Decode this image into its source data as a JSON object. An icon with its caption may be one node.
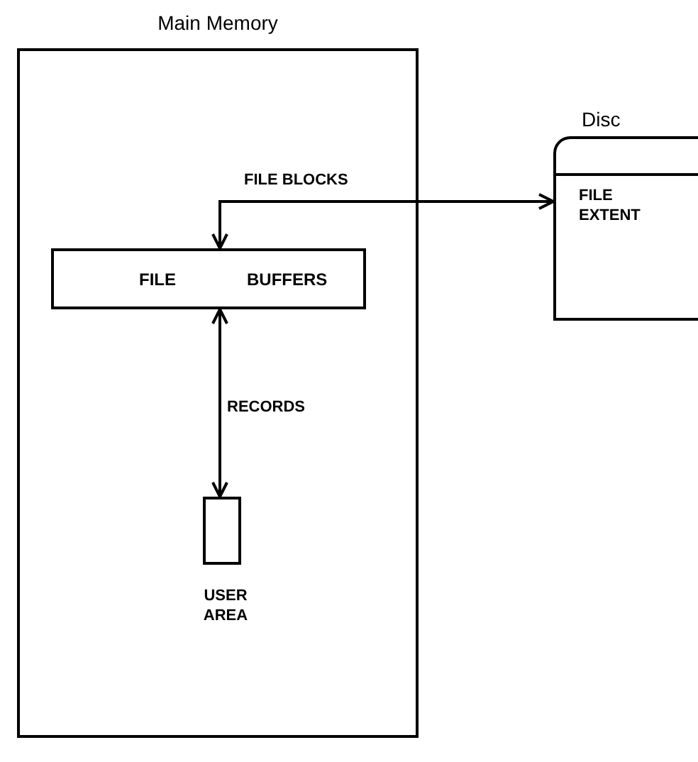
{
  "diagram": {
    "nodes": [
      {
        "text": [
          "Main Memory"
        ]
      },
      {
        "text": [
          "FILE",
          "BUFFERS"
        ],
        "in": 0
      },
      {
        "text": [],
        "shape": "box",
        "beside": [
          "USER AREA"
        ],
        "in": 0
      },
      {
        "text": [
          "Disc",
          "FILE EXTENT"
        ]
      }
    ],
    "edges": [
      {
        "from": 1,
        "to": 3,
        "arrow": "both",
        "label": "FILE BLOCKS"
      },
      {
        "from": 1,
        "to": 2,
        "arrow": "both",
        "label": "RECORDS"
      }
    ]
  }
}
